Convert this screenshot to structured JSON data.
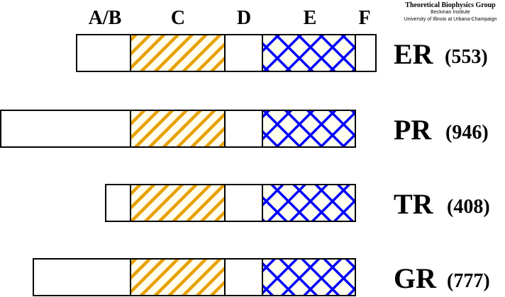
{
  "credit": {
    "group": "Theoretical Biophysics Group",
    "institute": "Beckman Institute",
    "university": "University of Illinois at Urbana-Champaign"
  },
  "domains": [
    "A/B",
    "C",
    "D",
    "E",
    "F"
  ],
  "receptors": [
    {
      "name": "ER",
      "length": "(553)",
      "has_f": true
    },
    {
      "name": "PR",
      "length": "(946)",
      "has_f": false
    },
    {
      "name": "TR",
      "length": "(408)",
      "has_f": false
    },
    {
      "name": "GR",
      "length": "(777)",
      "has_f": false
    }
  ],
  "colors": {
    "c_hatch": "#e8a000",
    "e_hatch": "#0000ff",
    "hatch_bg": "#fffff0"
  }
}
